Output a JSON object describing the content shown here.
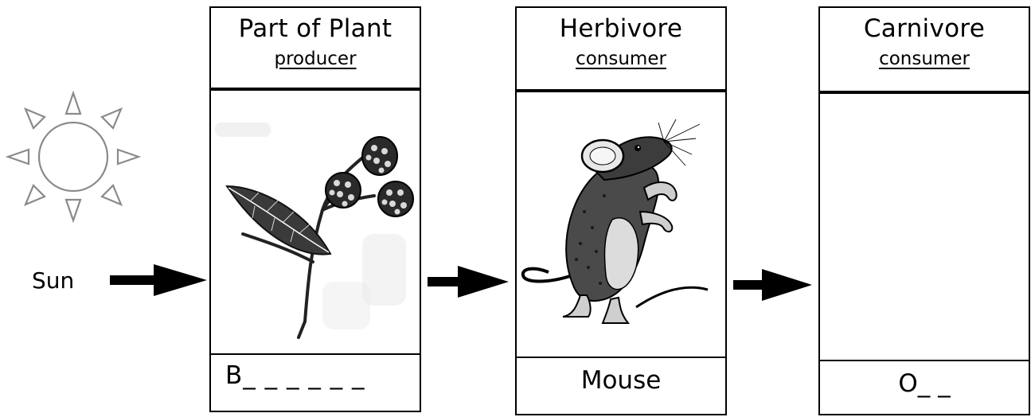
{
  "sun": {
    "label": "Sun"
  },
  "columns": [
    {
      "title": "Part of Plant",
      "role": "producer",
      "answer": "B_ _ _ _ _ _",
      "illustration": "blackberry-branch"
    },
    {
      "title": "Herbivore",
      "role": "consumer",
      "answer": "Mouse",
      "illustration": "mouse"
    },
    {
      "title": "Carnivore",
      "role": "consumer",
      "answer": "O_ _",
      "illustration": ""
    }
  ]
}
